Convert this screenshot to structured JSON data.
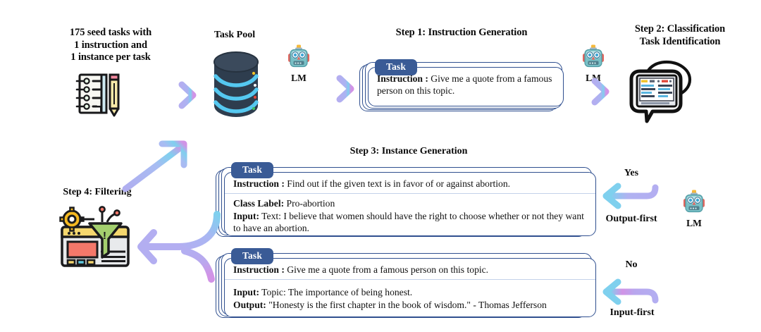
{
  "figure": {
    "title": "Self-Instruct pipeline diagram",
    "background": "#ffffff"
  },
  "colors": {
    "badge_blue": "#3a5b96",
    "card_border": "#2f4f8f",
    "arrow_purple": "#b3aef2",
    "arrow_cyan": "#79cdee",
    "arrow_magenta": "#d08ae6",
    "text": "#0a0a0a"
  },
  "seed": {
    "heading": "175 seed tasks with\n1 instruction and\n1 instance per task",
    "icon": "notebook-pencil-icon"
  },
  "task_pool": {
    "heading": "Task Pool",
    "icon": "database-icon"
  },
  "lm": {
    "label": "LM",
    "icon": "robot-icon"
  },
  "step1": {
    "heading": "Step 1: Instruction Generation",
    "card": {
      "badge": "Task",
      "rows": [
        {
          "bold": "Instruction :",
          "text": " Give me a quote from a famous person on this topic."
        }
      ]
    }
  },
  "step2": {
    "heading": "Step 2: Classification\nTask Identification",
    "icon": "classification-question-icon"
  },
  "step3": {
    "heading": "Step 3: Instance Generation",
    "cards": [
      {
        "badge": "Task",
        "rows": [
          {
            "bold": "Instruction :",
            "text": " Find out if the given text is in favor of or against abortion."
          },
          {
            "bold": "Class Label:",
            "text": " Pro-abortion"
          },
          {
            "bold": "Input:",
            "text": " Text: I believe that women should have the right to choose whether or not they want to have an abortion."
          }
        ]
      },
      {
        "badge": "Task",
        "rows": [
          {
            "bold": "Instruction :",
            "text": " Give me a quote from a famous person on this topic."
          },
          {
            "bold": "Input:",
            "text": " Topic: The importance of being honest."
          },
          {
            "bold": "Output:",
            "text": " \"Honesty is the first chapter in the book of wisdom.\" - Thomas Jefferson"
          }
        ]
      }
    ]
  },
  "step4": {
    "heading": "Step 4: Filtering",
    "icon": "filter-funnel-icon"
  },
  "branches": {
    "yes": "Yes",
    "output_first": "Output-first",
    "no": "No",
    "input_first": "Input-first"
  }
}
